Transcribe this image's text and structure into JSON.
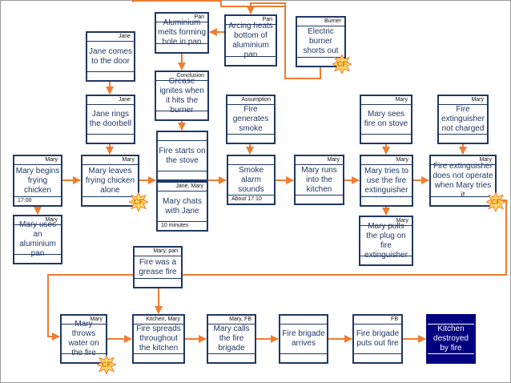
{
  "diagram": {
    "colors": {
      "box_border": "#1f3864",
      "text": "#1f3864",
      "arrow": "#ed7d31",
      "cf_fill": "#ffd966",
      "cf_stroke": "#ed7d31",
      "final_fill": "#000080"
    },
    "cf_label": "CF",
    "nodes": [
      {
        "id": "pan-melt",
        "tag": "Pan",
        "text": "Aluminium melts forming hole in pan",
        "foot": ""
      },
      {
        "id": "arcing",
        "tag": "Pan",
        "text": "Arcing heats bottom of aluminium pan",
        "foot": ""
      },
      {
        "id": "burner",
        "tag": "Burner",
        "text": "Electric burner shorts out",
        "foot": ""
      },
      {
        "id": "jane-door",
        "tag": "Jane",
        "text": "Jane comes to the door",
        "foot": ""
      },
      {
        "id": "grease",
        "tag": "Conclusion",
        "text": "Grease ignites when it hits the burner",
        "foot": ""
      },
      {
        "id": "jane-rings",
        "tag": "Jane",
        "text": "Jane rings the doorbell",
        "foot": ""
      },
      {
        "id": "smoke",
        "tag": "Assumption",
        "text": "Fire generates smoke",
        "foot": ""
      },
      {
        "id": "sees-fire",
        "tag": "Mary",
        "text": "Mary sees fire on stove",
        "foot": ""
      },
      {
        "id": "ext-not-charged",
        "tag": "Mary",
        "text": "Fire extinguisher not charged",
        "foot": ""
      },
      {
        "id": "begins-frying",
        "tag": "Mary",
        "text": "Mary begins frying chicken",
        "foot": "17:00"
      },
      {
        "id": "leaves",
        "tag": "Mary",
        "text": "Mary leaves frying chicken alone",
        "foot": ""
      },
      {
        "id": "fire-starts",
        "tag": "",
        "text": "Fire starts on the stove",
        "foot": ""
      },
      {
        "id": "chats",
        "tag": "Jane, Mary",
        "text": "Mary chats with Jane",
        "foot": "10 minutes"
      },
      {
        "id": "alarm",
        "tag": "",
        "text": "Smoke alarm sounds",
        "foot": "About 17:10"
      },
      {
        "id": "runs",
        "tag": "Mary",
        "text": "Mary runs into the kitchen",
        "foot": ""
      },
      {
        "id": "tries",
        "tag": "Mary",
        "text": "Mary tries to use the fire extinguisher",
        "foot": ""
      },
      {
        "id": "not-operate",
        "tag": "Mary",
        "text": "Fire extinguisher does not operate when Mary tries it",
        "foot": ""
      },
      {
        "id": "aluminium-pan",
        "tag": "Mary",
        "text": "Mary uses an aluminium pan",
        "foot": ""
      },
      {
        "id": "pulls-plug",
        "tag": "Mary",
        "text": "Mary pulls the plug on fire extinguisher",
        "foot": ""
      },
      {
        "id": "grease-fire",
        "tag": "Mary, pan",
        "text": "Fire was a grease fire",
        "foot": ""
      },
      {
        "id": "throws-water",
        "tag": "Mary",
        "text": "Mary throws water on the fire",
        "foot": ""
      },
      {
        "id": "spreads",
        "tag": "Kitchen, Mary",
        "text": "Fire spreads throughout the kitchen",
        "foot": ""
      },
      {
        "id": "calls",
        "tag": "Mary, FB",
        "text": "Mary calls the fire brigade",
        "foot": ""
      },
      {
        "id": "arrives",
        "tag": "",
        "text": "Fire brigade arrives",
        "foot": ""
      },
      {
        "id": "puts-out",
        "tag": "FB",
        "text": "Fire brigade puts out fire",
        "foot": ""
      },
      {
        "id": "destroyed",
        "tag": "",
        "text": "Kitchen destroyed by fire",
        "foot": ""
      }
    ]
  }
}
